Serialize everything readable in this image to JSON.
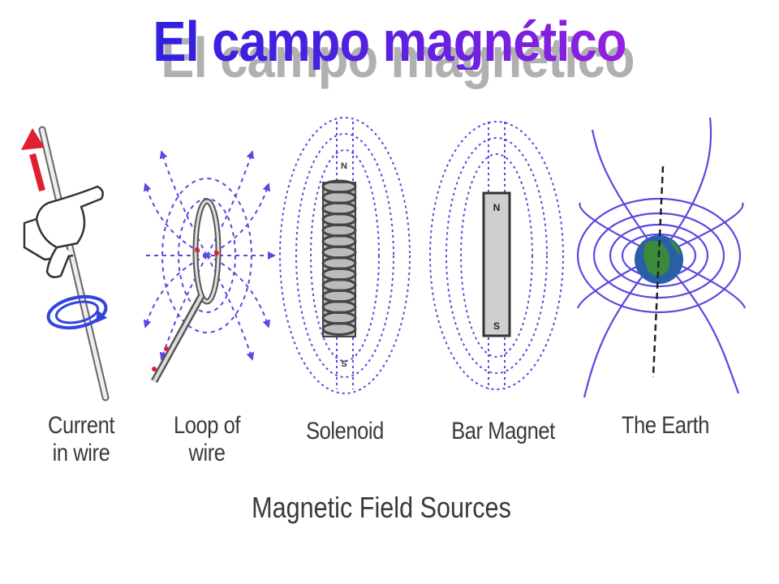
{
  "title": "El campo magnético",
  "colors": {
    "title_start": "#2020e0",
    "title_end": "#b020e0",
    "field_line": "#5a48e0",
    "arrow": "#e02030",
    "magnet_fill": "#cfcfcf",
    "label_text": "#3a3a3a",
    "earth_land": "#3a8a3a",
    "earth_sea": "#2a5fa8"
  },
  "panels": [
    {
      "id": "current-in-wire",
      "label_line1": "Current",
      "label_line2": "in wire",
      "icon": "hand-wire-icon"
    },
    {
      "id": "loop-of-wire",
      "label_line1": "Loop of",
      "label_line2": "wire",
      "icon": "wire-loop-icon"
    },
    {
      "id": "solenoid",
      "label_line1": "Solenoid",
      "label_line2": "",
      "icon": "solenoid-coil-icon",
      "pole_top": "N",
      "pole_bottom": "S"
    },
    {
      "id": "bar-magnet",
      "label_line1": "Bar Magnet",
      "label_line2": "",
      "icon": "bar-magnet-icon",
      "pole_top": "N",
      "pole_bottom": "S"
    },
    {
      "id": "the-earth",
      "label_line1": "The Earth",
      "label_line2": "",
      "icon": "earth-globe-icon"
    }
  ],
  "caption": "Magnetic Field Sources"
}
